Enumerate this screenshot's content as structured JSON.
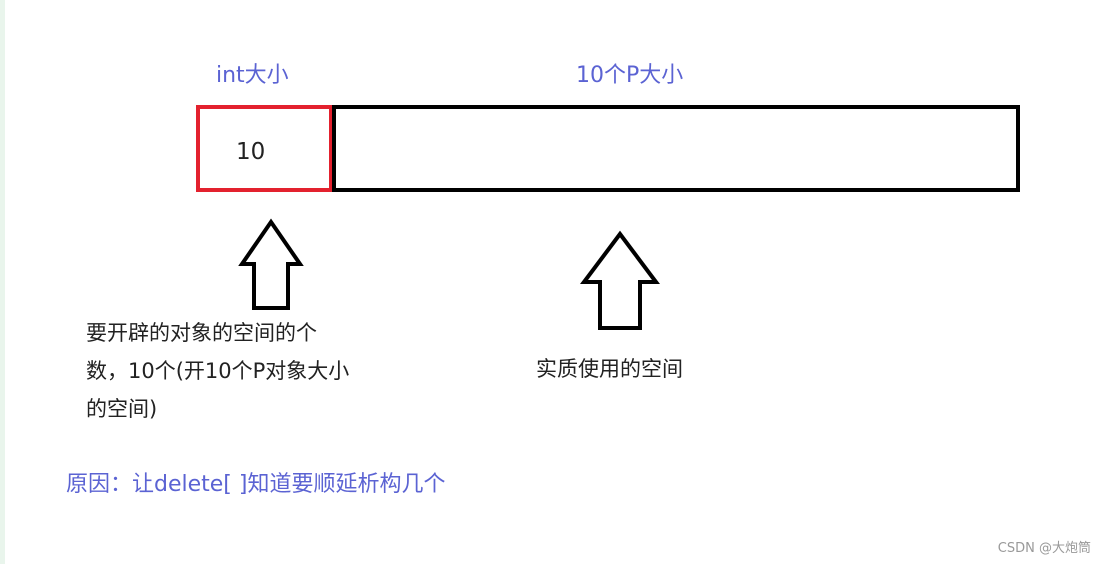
{
  "labels": {
    "int_size": "int大小",
    "p_size": "10个P大小"
  },
  "boxes": {
    "int_value": "10"
  },
  "descriptions": {
    "left_lines": [
      "要开辟的对象的空间的个",
      "数，10个(开10个P对象大小",
      "的空间)"
    ],
    "right": "实质使用的空间"
  },
  "reason": "原因：让delete[ ]知道要顺延析构几个",
  "watermark": "CSDN @大炮筒",
  "colors": {
    "accent_text": "#5b63d3",
    "int_box_border": "#e3212e",
    "p_box_border": "#000000"
  }
}
